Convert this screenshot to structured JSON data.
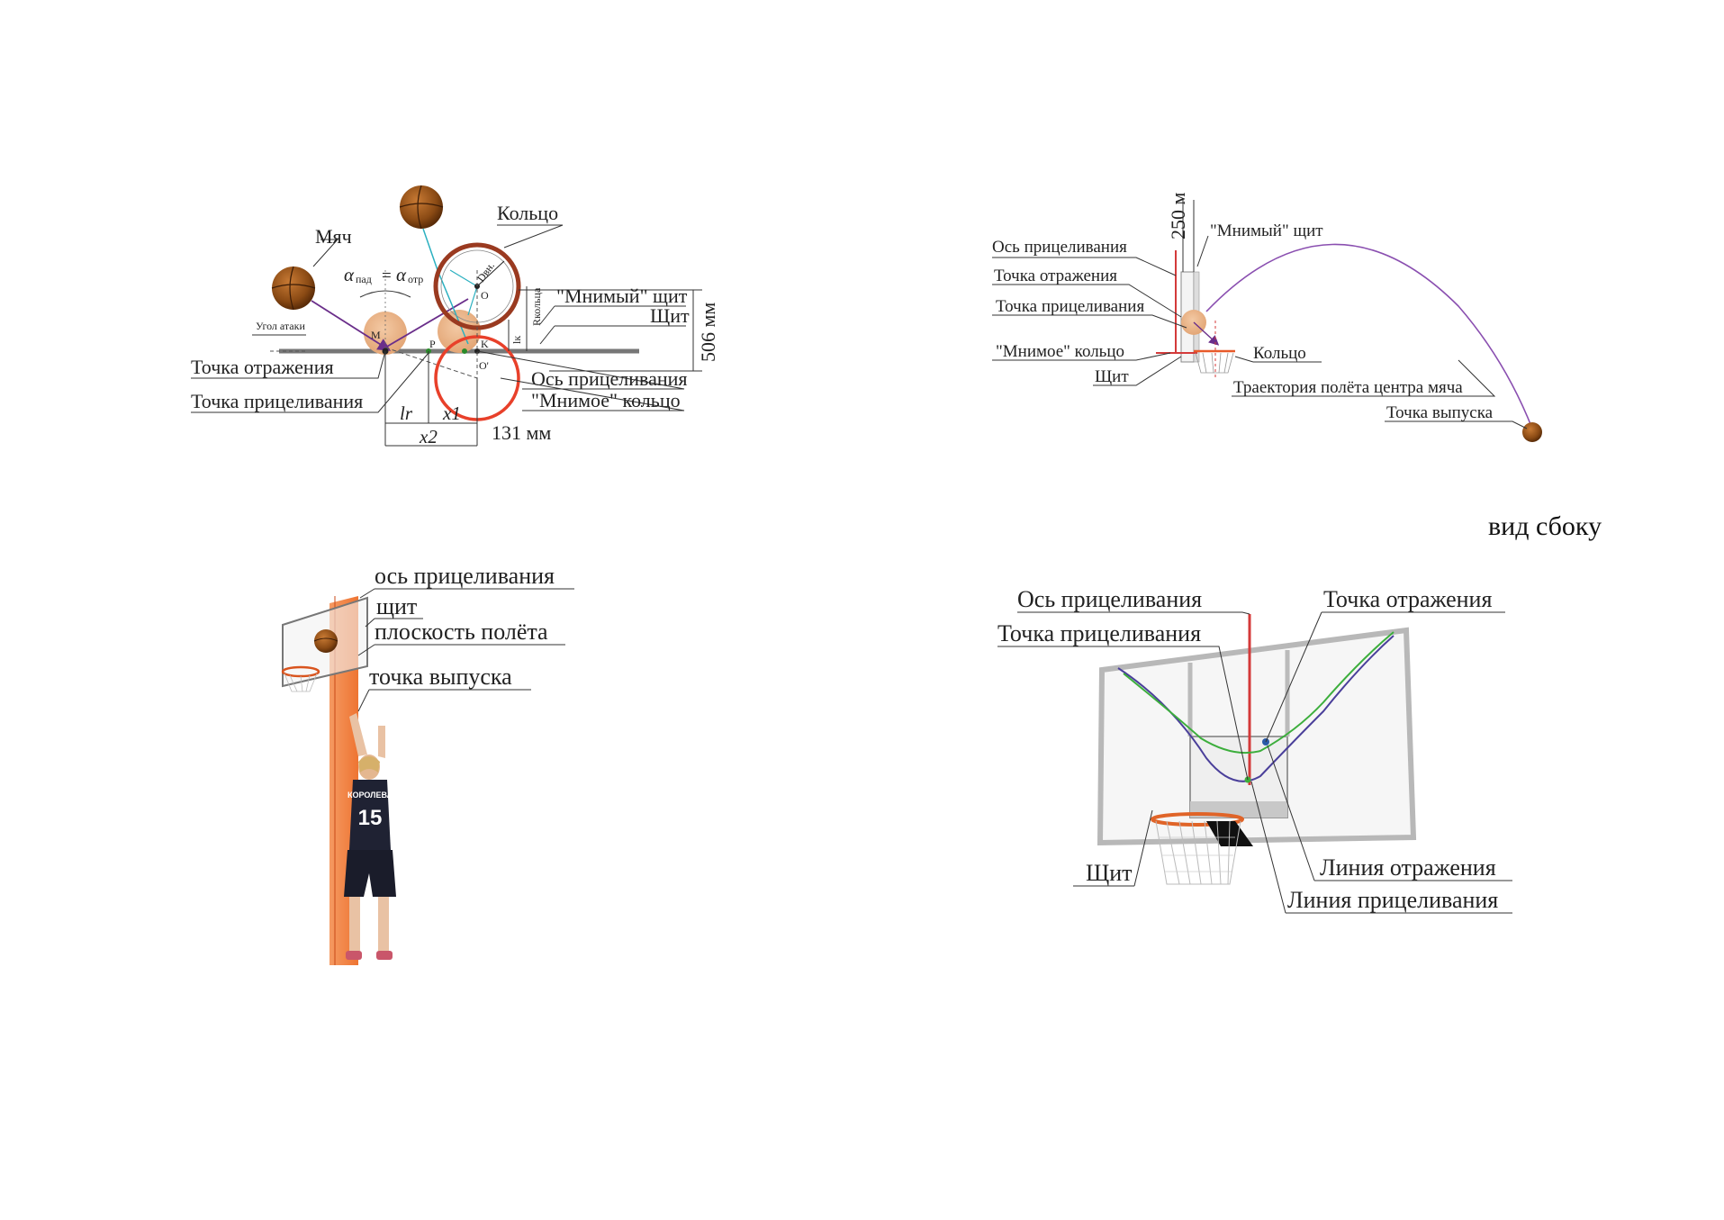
{
  "panel1": {
    "ball": "Мяч",
    "ring": "Кольцо",
    "alpha_fall": "α",
    "alpha_fall_sub": "пад",
    "alpha_eq": "=",
    "alpha_refl": "α",
    "alpha_refl_sub": "отр",
    "attack_angle": "Угол атаки",
    "virtual_board": "\"Мнимый\" щит",
    "board": "Щит",
    "dim_506": "506 мм",
    "r_ring": "Rкольца",
    "d_ring": "Dвн.",
    "point_o": "O",
    "point_m": "M",
    "point_p": "P",
    "point_k": "K",
    "point_o2": "O'",
    "lk": "lк",
    "reflection_point": "Точка отражения",
    "aiming_point": "Точка прицеливания",
    "aiming_axis": "Ось прицеливания",
    "virtual_ring": "\"Мнимое\" кольцо",
    "lr": "lr",
    "x1": "x1",
    "x2": "x2",
    "dim_131": "131 мм"
  },
  "panel2": {
    "dim_250": "250 м",
    "aiming_axis": "Ось прицеливания",
    "reflection_point": "Точка отражения",
    "aiming_point": "Точка прицеливания",
    "virtual_board": "\"Мнимый\" щит",
    "virtual_ring": "\"Мнимое\" кольцо",
    "board": "Щит",
    "ring": "Кольцо",
    "trajectory": "Траектория полёта центра мяча",
    "release_point": "Точка выпуска",
    "caption": "вид сбоку"
  },
  "panel3": {
    "aiming_axis": "ось прицеливания",
    "board": "щит",
    "flight_plane": "плоскость полёта",
    "release_point": "точка выпуска",
    "jersey_name": "КОРОЛЕВА",
    "jersey_number": "15"
  },
  "panel4": {
    "aiming_axis": "Ось прицеливания",
    "reflection_point": "Точка отражения",
    "aiming_point": "Точка прицеливания",
    "board": "Щит",
    "reflection_line": "Линия отражения",
    "aiming_line": "Линия прицеливания"
  },
  "colors": {
    "ball": "#8a4a14",
    "ring_red": "#e8402a",
    "ring_dark": "#9a3a20",
    "orange_plane": "#f07a3a",
    "trajectory": "#8a4fb0",
    "aim_line": "#4a3f9a",
    "refl_line": "#3cae3c",
    "axis_red": "#d43a3a"
  }
}
